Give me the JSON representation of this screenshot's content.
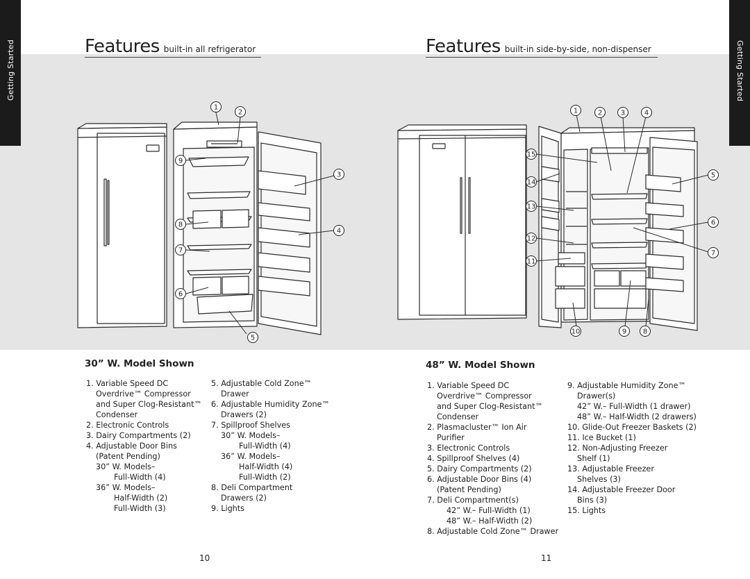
{
  "side_tab": {
    "left": "Getting Started",
    "right": "Getting Started"
  },
  "left_page": {
    "title": "Features",
    "subtitle": "built-in all refrigerator",
    "model_title": "30” W. Model Shown",
    "col1": [
      {
        "text": "1. Variable Speed DC",
        "indent": 0
      },
      {
        "text": "Overdrive™ Compressor",
        "indent": 1
      },
      {
        "text": "and Super Clog-Resistant™",
        "indent": 1
      },
      {
        "text": "Condenser",
        "indent": 1
      },
      {
        "text": "2. Electronic Controls",
        "indent": 0
      },
      {
        "text": "3. Dairy Compartments (2)",
        "indent": 0
      },
      {
        "text": "4. Adjustable Door Bins",
        "indent": 0
      },
      {
        "text": "(Patent Pending)",
        "indent": 1
      },
      {
        "text": "30” W. Models–",
        "indent": 1
      },
      {
        "text": "Full-Width (4)",
        "indent": 3
      },
      {
        "text": "36” W. Models–",
        "indent": 1
      },
      {
        "text": "Half-Width (2)",
        "indent": 3
      },
      {
        "text": "Full-Width (3)",
        "indent": 3
      }
    ],
    "col2": [
      {
        "text": "5. Adjustable Cold Zone™",
        "indent": 0
      },
      {
        "text": "Drawer",
        "indent": 1
      },
      {
        "text": "6. Adjustable Humidity Zone™",
        "indent": 0
      },
      {
        "text": "Drawers (2)",
        "indent": 1
      },
      {
        "text": "7. Spillproof Shelves",
        "indent": 0
      },
      {
        "text": "30” W. Models–",
        "indent": 1
      },
      {
        "text": "Full-Width (4)",
        "indent": 3
      },
      {
        "text": "36” W. Models–",
        "indent": 1
      },
      {
        "text": "Half-Width (4)",
        "indent": 3
      },
      {
        "text": "Full-Width (2)",
        "indent": 3
      },
      {
        "text": "8. Deli Compartment",
        "indent": 0
      },
      {
        "text": "Drawers (2)",
        "indent": 1
      },
      {
        "text": "9. Lights",
        "indent": 0
      }
    ],
    "callouts": [
      "1",
      "2",
      "3",
      "4",
      "5",
      "6",
      "7",
      "8",
      "9"
    ],
    "page_number": "10"
  },
  "right_page": {
    "title": "Features",
    "subtitle": "built-in side-by-side, non-dispenser",
    "model_title": "48” W. Model Shown",
    "col1": [
      {
        "text": "1. Variable Speed DC",
        "indent": 0
      },
      {
        "text": "Overdrive™ Compressor",
        "indent": 1
      },
      {
        "text": "and Super Clog-Resistant™",
        "indent": 1
      },
      {
        "text": "Condenser",
        "indent": 1
      },
      {
        "text": "2. Plasmacluster™ Ion Air",
        "indent": 0
      },
      {
        "text": "Purifier",
        "indent": 1
      },
      {
        "text": "3. Electronic Controls",
        "indent": 0
      },
      {
        "text": "4. Spillproof Shelves (4)",
        "indent": 0
      },
      {
        "text": "5. Dairy Compartments (2)",
        "indent": 0
      },
      {
        "text": "6. Adjustable Door Bins (4)",
        "indent": 0
      },
      {
        "text": "(Patent Pending)",
        "indent": 1
      },
      {
        "text": "7. Deli Compartment(s)",
        "indent": 0
      },
      {
        "text": "42” W.– Full-Width (1)",
        "indent": 2
      },
      {
        "text": "48” W.– Half-Width (2)",
        "indent": 2
      },
      {
        "text": "8. Adjustable Cold Zone™ Drawer",
        "indent": 0
      }
    ],
    "col2": [
      {
        "text": "9. Adjustable Humidity Zone™",
        "indent": 0
      },
      {
        "text": "Drawer(s)",
        "indent": 1
      },
      {
        "text": "42” W.– Full-Width (1 drawer)",
        "indent": 1
      },
      {
        "text": "48” W.– Half-Width (2 drawers)",
        "indent": 1
      },
      {
        "text": "10. Glide-Out Freezer Baskets (2)",
        "indent": 0
      },
      {
        "text": "11. Ice Bucket (1)",
        "indent": 0
      },
      {
        "text": "12. Non-Adjusting Freezer",
        "indent": 0
      },
      {
        "text": "Shelf (1)",
        "indent": 1
      },
      {
        "text": "13. Adjustable Freezer",
        "indent": 0
      },
      {
        "text": "Shelves (3)",
        "indent": 1
      },
      {
        "text": "14. Adjustable Freezer Door",
        "indent": 0
      },
      {
        "text": "Bins (3)",
        "indent": 1
      },
      {
        "text": "15. Lights",
        "indent": 0
      }
    ],
    "callouts": [
      "1",
      "2",
      "3",
      "4",
      "5",
      "6",
      "7",
      "8",
      "9",
      "10",
      "11",
      "12",
      "13",
      "14",
      "15"
    ],
    "page_number": "11"
  }
}
